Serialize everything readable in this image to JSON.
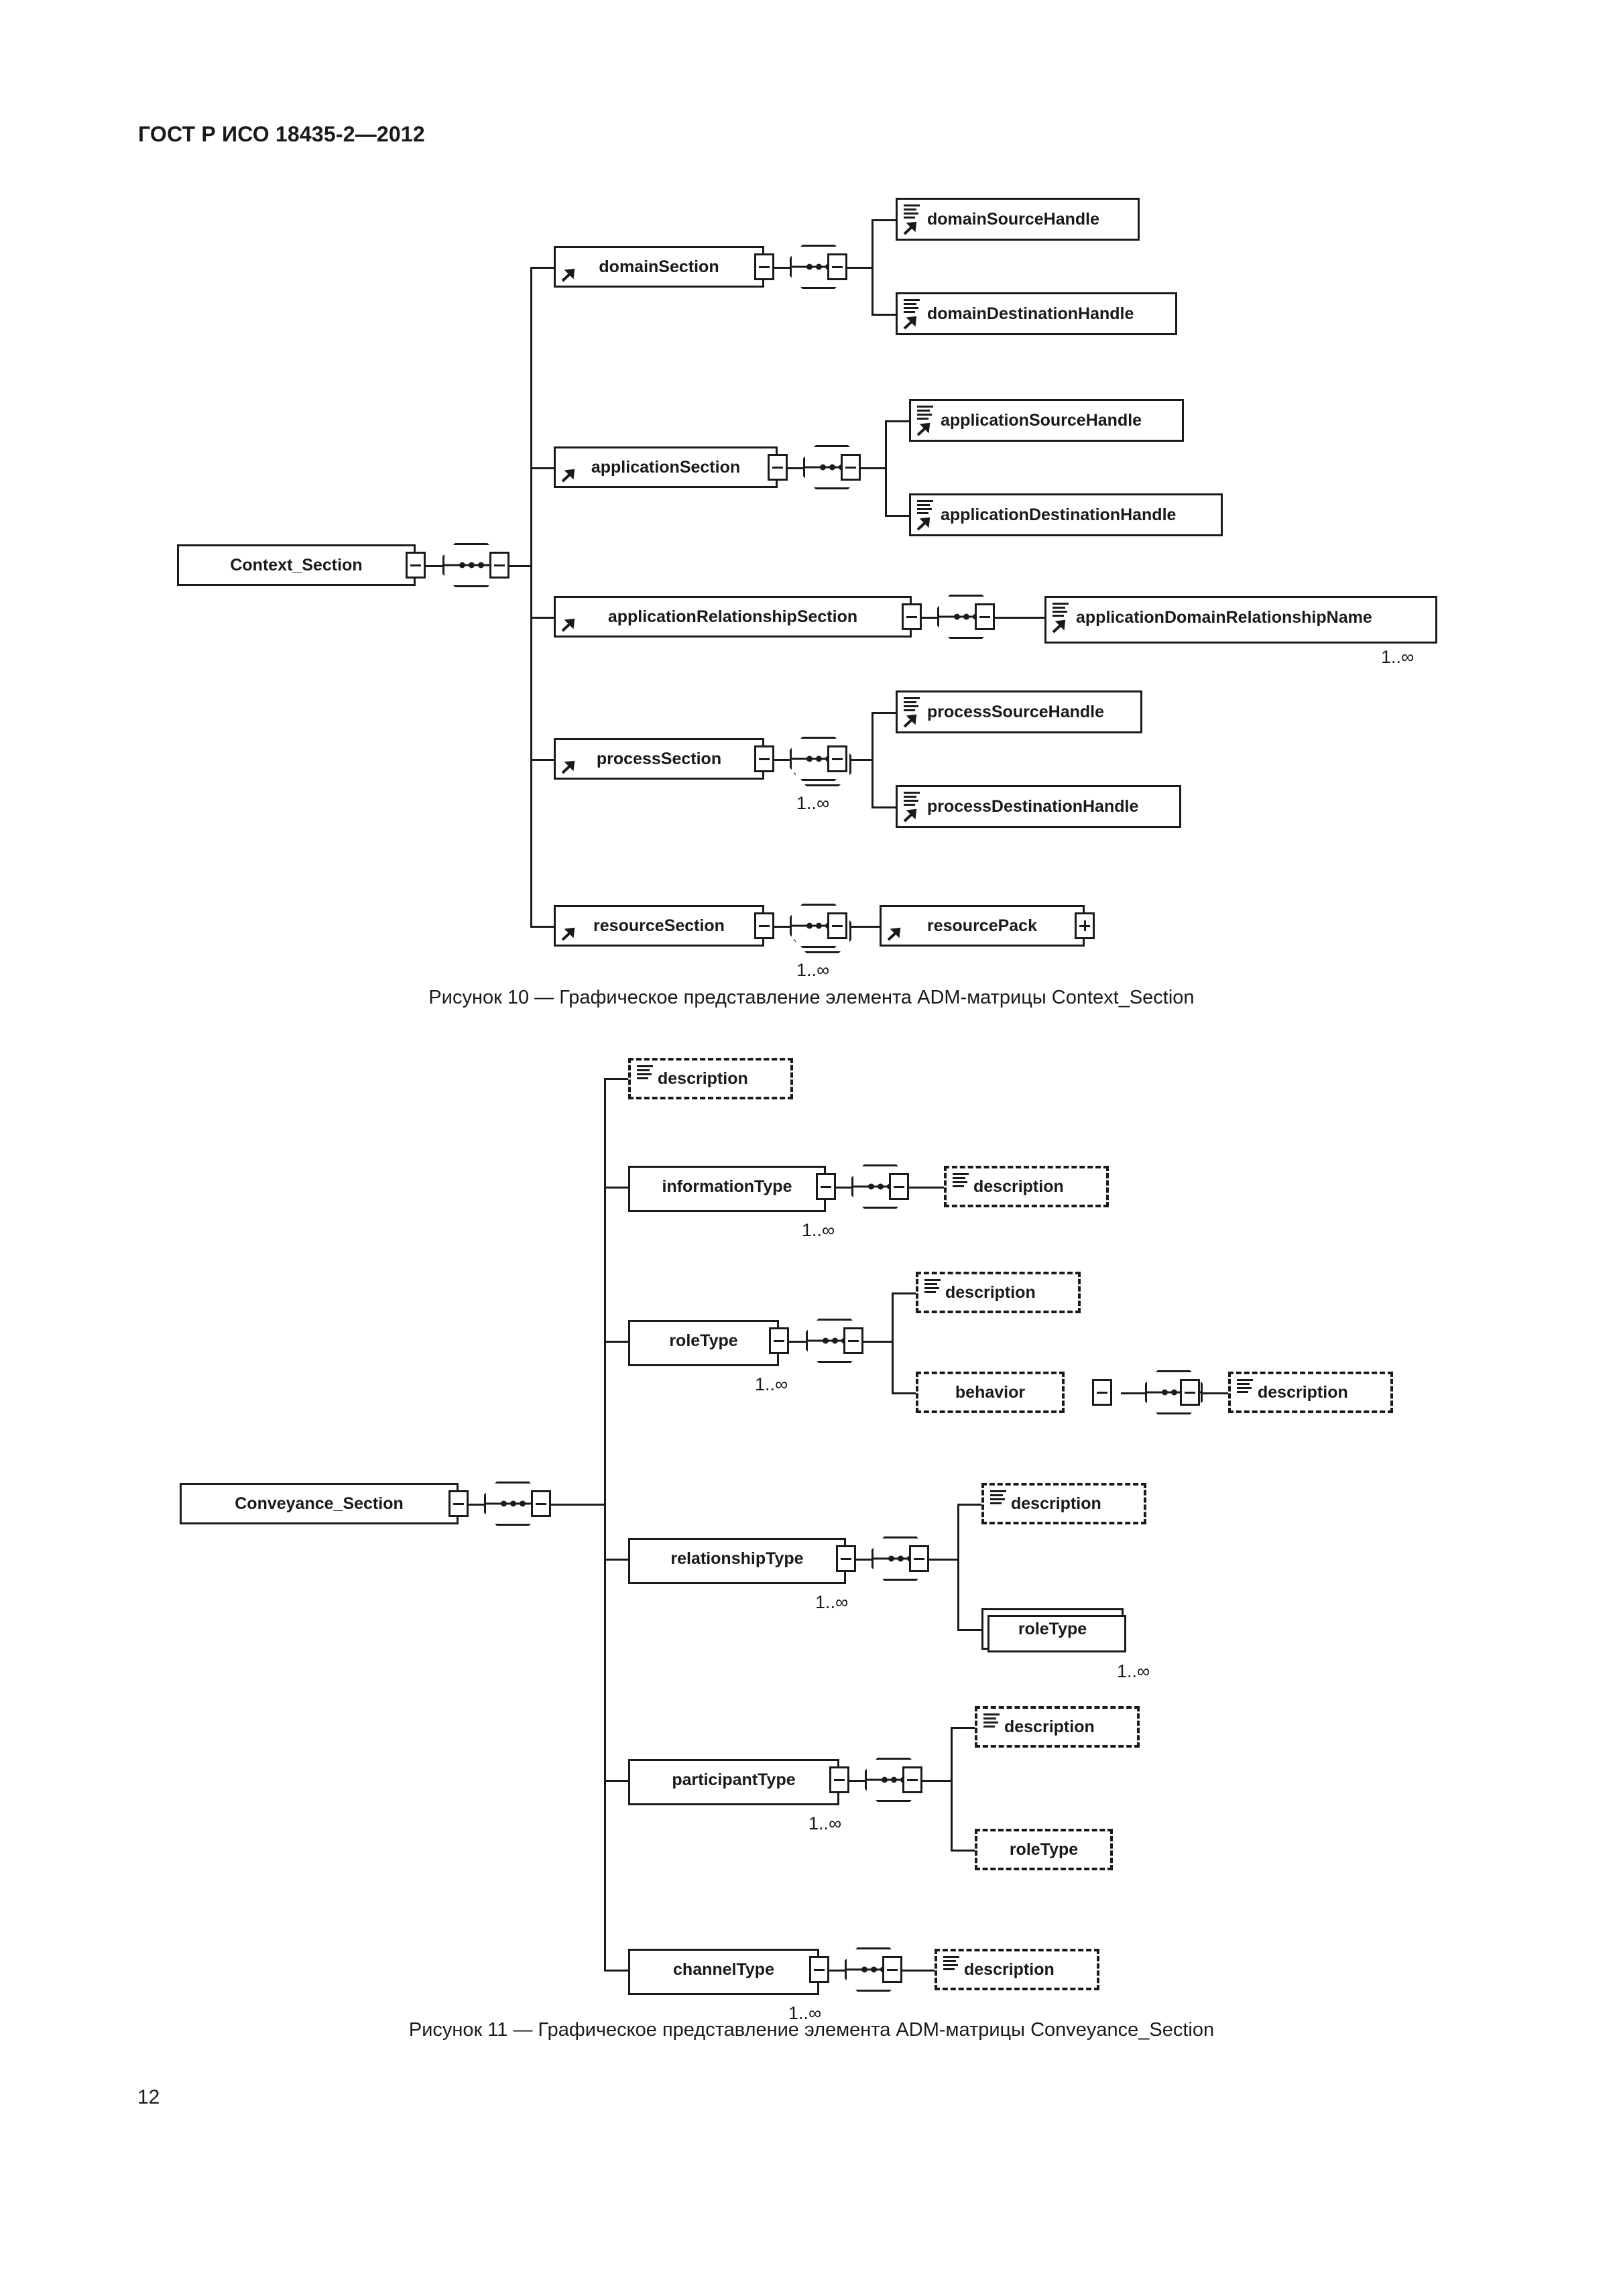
{
  "document": {
    "header": "ГОСТ Р ИСО 18435-2—2012",
    "page_number": "12"
  },
  "figures": [
    {
      "caption": "Рисунок 10 — Графическое представление элемента ADM-матрицы Context_Section",
      "root": "Context_Section",
      "nodes": {
        "domainSection": "domainSection",
        "domainSourceHandle": "domainSourceHandle",
        "domainDestinationHandle": "domainDestinationHandle",
        "applicationSection": "applicationSection",
        "applicationSourceHandle": "applicationSourceHandle",
        "applicationDestinationHandle": "applicationDestinationHandle",
        "applicationRelationshipSection": "applicationRelationshipSection",
        "applicationDomainRelationshipName": "applicationDomainRelationshipName",
        "processSection": "processSection",
        "processSourceHandle": "processSourceHandle",
        "processDestinationHandle": "processDestinationHandle",
        "resourceSection": "resourceSection",
        "resourcePack": "resourcePack"
      },
      "cardinalities": {
        "applicationDomainRelationshipName": "1..∞",
        "processSection": "1..∞",
        "resourceSection": "1..∞"
      }
    },
    {
      "caption": "Рисунок 11 — Графическое представление элемента ADM-матрицы Conveyance_Section",
      "root": "Conveyance_Section",
      "nodes": {
        "description": "description",
        "informationType": "informationType",
        "informationType_description": "description",
        "roleType": "roleType",
        "roleType_description": "description",
        "behavior": "behavior",
        "behavior_description": "description",
        "relationshipType": "relationshipType",
        "relationshipType_description": "description",
        "relationshipType_roleType": "roleType",
        "participantType": "participantType",
        "participantType_description": "description",
        "participantType_roleType": "roleType",
        "channelType": "channelType",
        "channelType_description": "description"
      },
      "cardinalities": {
        "informationType": "1..∞",
        "roleType": "1..∞",
        "relationshipType": "1..∞",
        "relationshipType_roleType": "1..∞",
        "participantType": "1..∞",
        "channelType": "1..∞"
      }
    }
  ]
}
